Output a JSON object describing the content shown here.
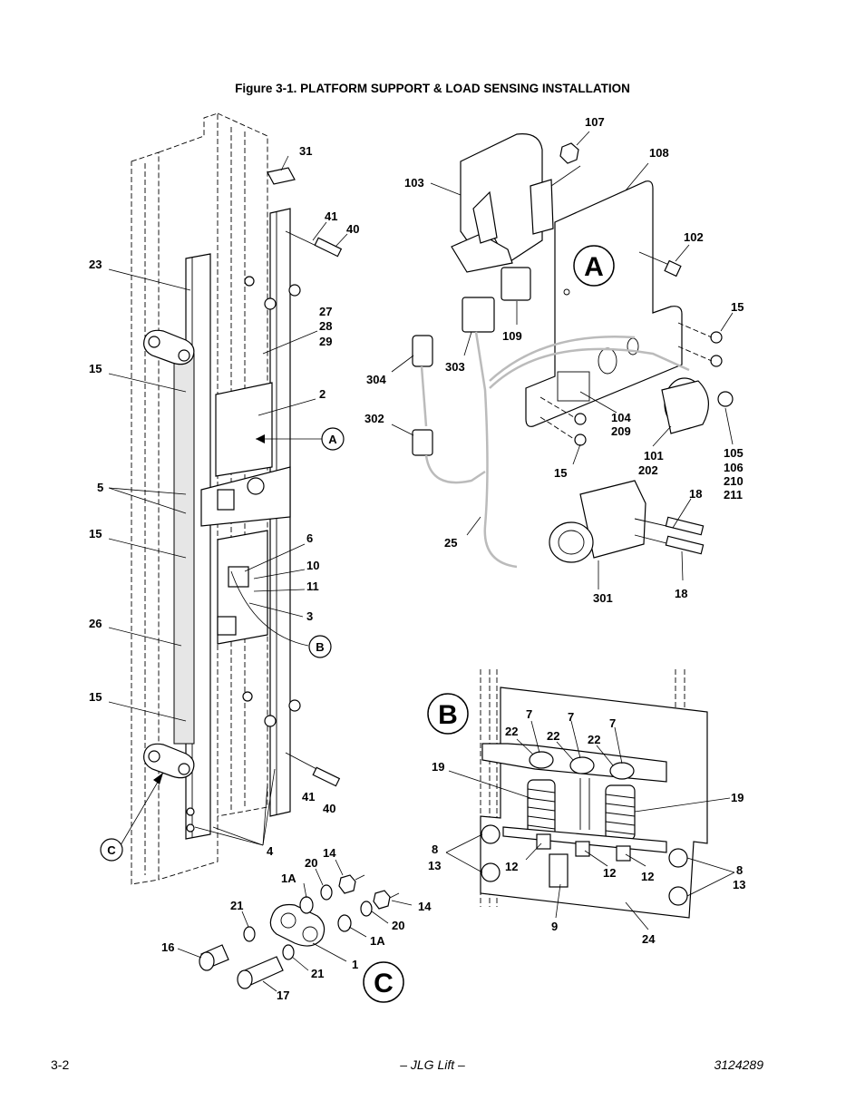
{
  "figure_title": "Figure 3-1.  PLATFORM SUPPORT & LOAD SENSING INSTALLATION",
  "footer": {
    "page": "3-2",
    "center": "– JLG Lift –",
    "doc_number": "3124289"
  },
  "detail_letters": {
    "a": "A",
    "b": "B",
    "c": "C"
  },
  "callouts": {
    "p31": "31",
    "p41": "41",
    "p40": "40",
    "p23": "23",
    "p27": "27",
    "p28": "28",
    "p29": "29",
    "p15": "15",
    "p2": "2",
    "p5": "5",
    "p6": "6",
    "p10": "10",
    "p11": "11",
    "p3": "3",
    "p26": "26",
    "p4": "4",
    "p107": "107",
    "p108": "108",
    "p103": "103",
    "p102": "102",
    "p109": "109",
    "p303": "303",
    "p304": "304",
    "p302": "302",
    "p104": "104",
    "p209": "209",
    "p101": "101",
    "p202": "202",
    "p105": "105",
    "p106": "106",
    "p210": "210",
    "p211": "211",
    "p18": "18",
    "p25": "25",
    "p301": "301",
    "p7": "7",
    "p22": "22",
    "p19": "19",
    "p8": "8",
    "p13": "13",
    "p12": "12",
    "p9": "9",
    "p24": "24",
    "p14": "14",
    "p20": "20",
    "p1A": "1A",
    "p21": "21",
    "p16": "16",
    "p17": "17",
    "p1": "1"
  }
}
